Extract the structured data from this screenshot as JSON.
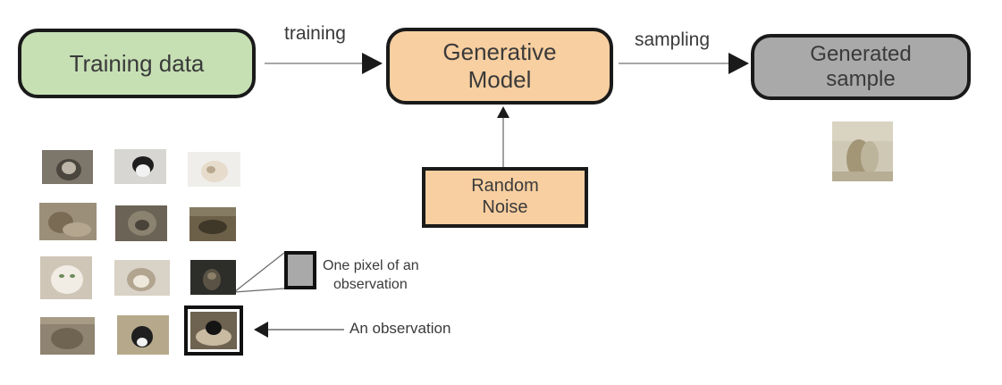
{
  "nodes": {
    "training_data": {
      "label": "Training data",
      "fill": "#c6e0b4"
    },
    "generative_model": {
      "line1": "Generative",
      "line2": "Model",
      "fill": "#f8cfa0"
    },
    "generated_sample": {
      "line1": "Generated",
      "line2": "sample",
      "fill": "#a9a9a9"
    },
    "random_noise": {
      "line1": "Random",
      "line2": "Noise",
      "fill": "#f8cfa0"
    }
  },
  "edges": {
    "training": "training",
    "sampling": "sampling"
  },
  "annotations": {
    "pixel_line1": "One pixel of an",
    "pixel_line2": "observation",
    "observation": "An observation"
  },
  "pixel_swatch_color": "#a9a9a9",
  "image_grid": {
    "rows": 4,
    "cols": 3,
    "content": "cat photographs"
  }
}
